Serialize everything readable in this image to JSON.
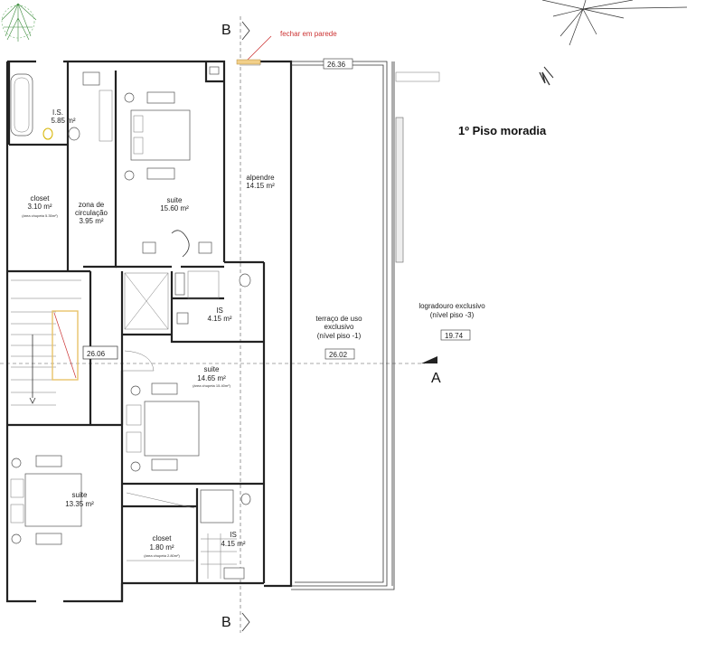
{
  "plan_title": "1º Piso moradia",
  "note_wall": "fechar em parede",
  "section_marks": {
    "top_b": "B",
    "bottom_b": "B",
    "a": "A"
  },
  "levels": {
    "top": "26.36",
    "stair": "26.06",
    "terrace": "26.02",
    "garden": "19.74"
  },
  "rooms": {
    "is_top": {
      "name": "I.S.",
      "area": "5.85 m²"
    },
    "closet_left": {
      "name": "closet",
      "area": "3.10 m²",
      "note": "(área chupeta 5.35m²)"
    },
    "circulation": {
      "line1": "zona de",
      "line2": "circulação",
      "area": "3.95 m²"
    },
    "suite_top": {
      "name": "suite",
      "area": "15.60 m²"
    },
    "alpendre": {
      "name": "alpendre",
      "area": "14.15 m²"
    },
    "is_mid": {
      "name": "IS",
      "area": "4.15 m²"
    },
    "terrace": {
      "line1": "terraço de uso",
      "line2": "exclusivo",
      "line3": "(nível piso -1)"
    },
    "logradouro": {
      "line1": "logradouro  exclusivo",
      "line2": "(nível piso -3)"
    },
    "suite_mid": {
      "name": "suite",
      "area": "14.65 m²",
      "note": "(área chupeta 15.40m²)"
    },
    "suite_bottom": {
      "name": "suite",
      "area": "13.35 m²"
    },
    "closet_bottom": {
      "name": "closet",
      "area": "1.80 m²",
      "note": "(área chupeta 2.80m²)"
    },
    "is_bottom": {
      "name": "IS",
      "area": "4.15 m²"
    }
  },
  "colors": {
    "wall": "#222222",
    "note_red": "#cc3333",
    "stair_frame": "#e8c36a"
  }
}
